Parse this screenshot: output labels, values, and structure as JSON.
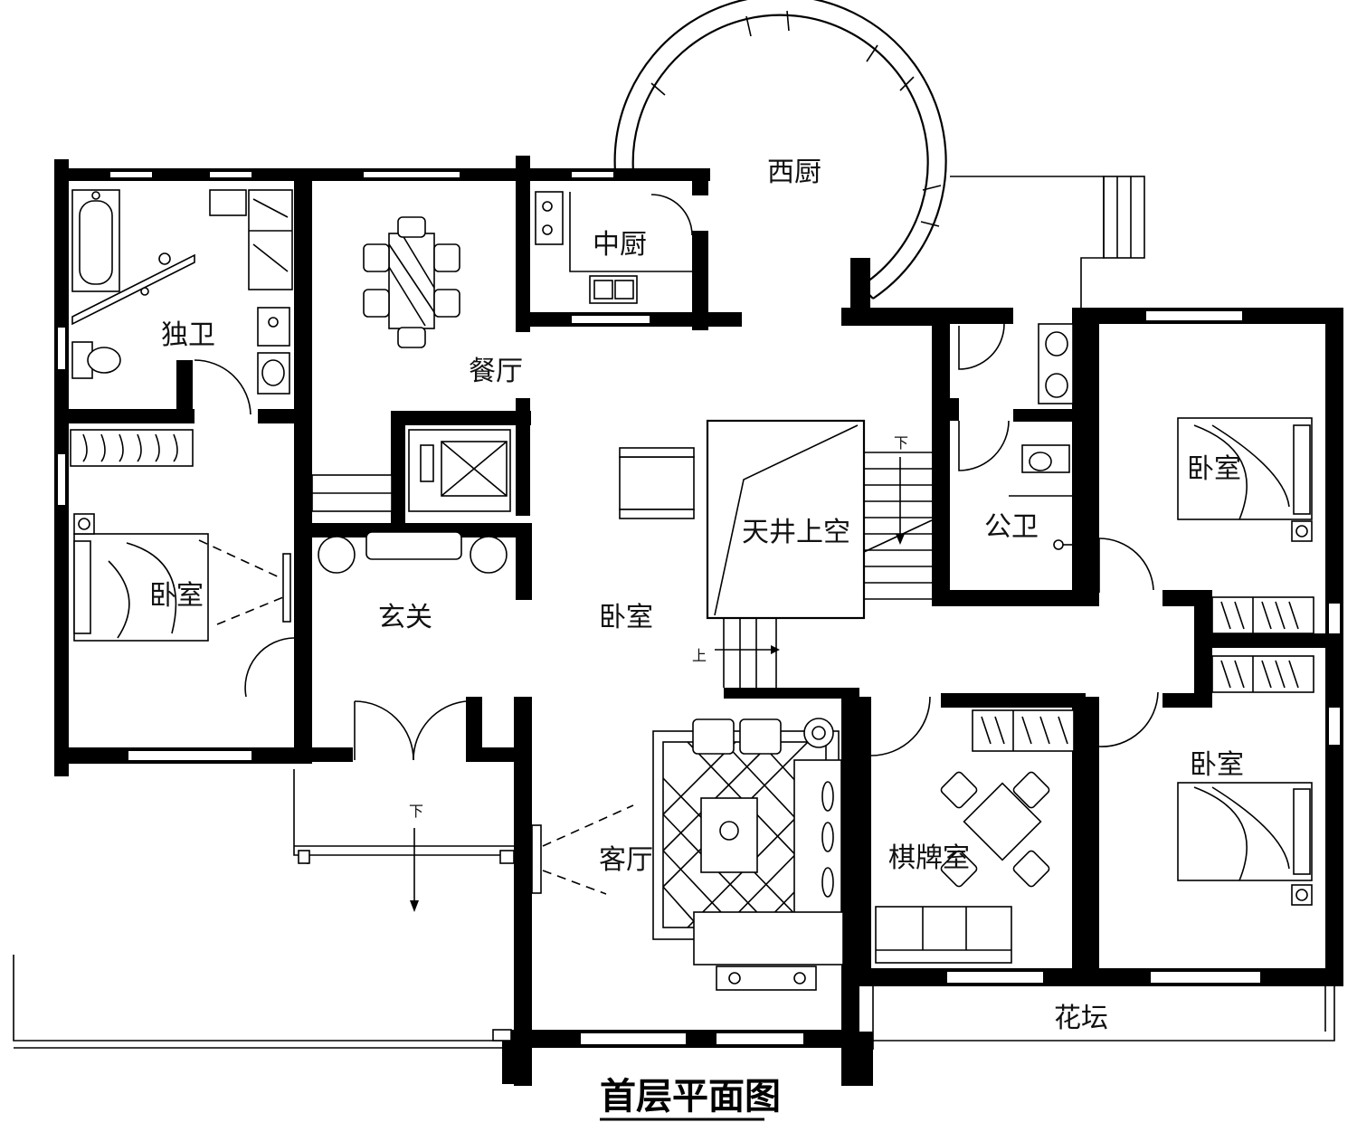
{
  "plan": {
    "title": "首层平面图",
    "rooms": {
      "western_kitchen": "西厨",
      "chinese_kitchen": "中厨",
      "private_bath": "独卫",
      "dining": "餐厅",
      "bedroom_west": "卧室",
      "foyer": "玄关",
      "bedroom_center": "卧室",
      "atrium": "天井上空",
      "public_bath": "公卫",
      "bedroom_ne": "卧室",
      "bedroom_se": "卧室",
      "chess_room": "棋牌室",
      "living": "客厅",
      "flower_bed": "花坛"
    },
    "stair_labels": {
      "down_main": "下",
      "up_main": "上",
      "down_porch": "下"
    }
  }
}
